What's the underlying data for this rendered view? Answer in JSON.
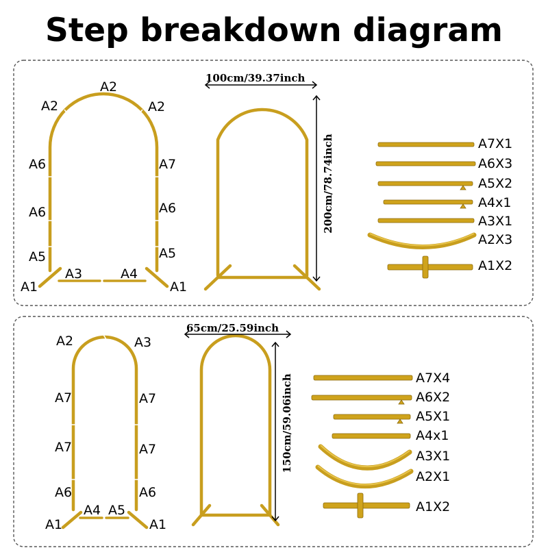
{
  "title": "Step breakdown diagram",
  "top": {
    "labels": {
      "left_top": "A2",
      "top": "A2",
      "right_top": "A2",
      "left_1": "A6",
      "left_2": "A6",
      "left_3": "A5",
      "left_foot": "A1",
      "right_1": "A7",
      "right_2": "A6",
      "right_3": "A5",
      "right_foot": "A1",
      "base_left": "A3",
      "base_right": "A4"
    },
    "width_label": "100cm/39.37inch",
    "height_label": "200cm/78.74inch",
    "parts": [
      "A7X1",
      "A6X3",
      "A5X2",
      "A4x1",
      "A3X1",
      "A2X3",
      "A1X2"
    ]
  },
  "bottom": {
    "labels": {
      "left_top": "A2",
      "right_top": "A3",
      "left_1": "A7",
      "left_2": "A7",
      "left_3": "A6",
      "left_foot": "A1",
      "right_1": "A7",
      "right_2": "A7",
      "right_3": "A6",
      "right_foot": "A1",
      "base_left": "A4",
      "base_right": "A5"
    },
    "width_label": "65cm/25.59inch",
    "height_label": "150cm/59.06inch",
    "parts": [
      "A7X4",
      "A6X2",
      "A5X1",
      "A4x1",
      "A3X1",
      "A2X1",
      "A1X2"
    ]
  },
  "colors": {
    "gold": "#c89e1e",
    "panel_border": "#555555"
  }
}
